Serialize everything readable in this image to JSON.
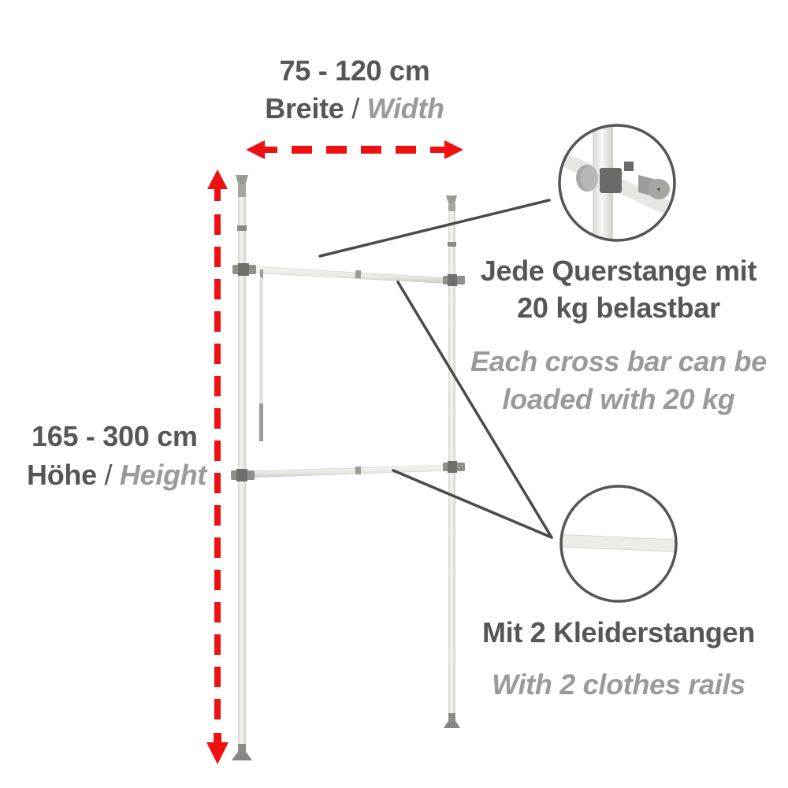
{
  "width_dimension": {
    "range": "75 - 120 cm",
    "label_de": "Breite",
    "separator": " / ",
    "label_en": "Width"
  },
  "height_dimension": {
    "range": "165 - 300 cm",
    "label_de": "Höhe",
    "separator": " / ",
    "label_en": "Height"
  },
  "callout_crossbar": {
    "line1_de": "Jede Querstange mit",
    "line2_de": "20 kg belastbar",
    "line1_en": "Each cross bar can be",
    "line2_en": "loaded with 20 kg",
    "detail_image": "pole-clamp-detail"
  },
  "callout_rails": {
    "line1_de": "Mit 2 Kleiderstangen",
    "line1_en": "With 2 clothes rails",
    "detail_image": "rail-detail"
  },
  "colors": {
    "arrow_red": "#ee1111",
    "text_dark": "#565656",
    "text_light": "#9a9a9a",
    "leader_line": "#4a4a4a",
    "pole_white": "#eeeeea",
    "fitting_gray": "#8c8c88"
  }
}
